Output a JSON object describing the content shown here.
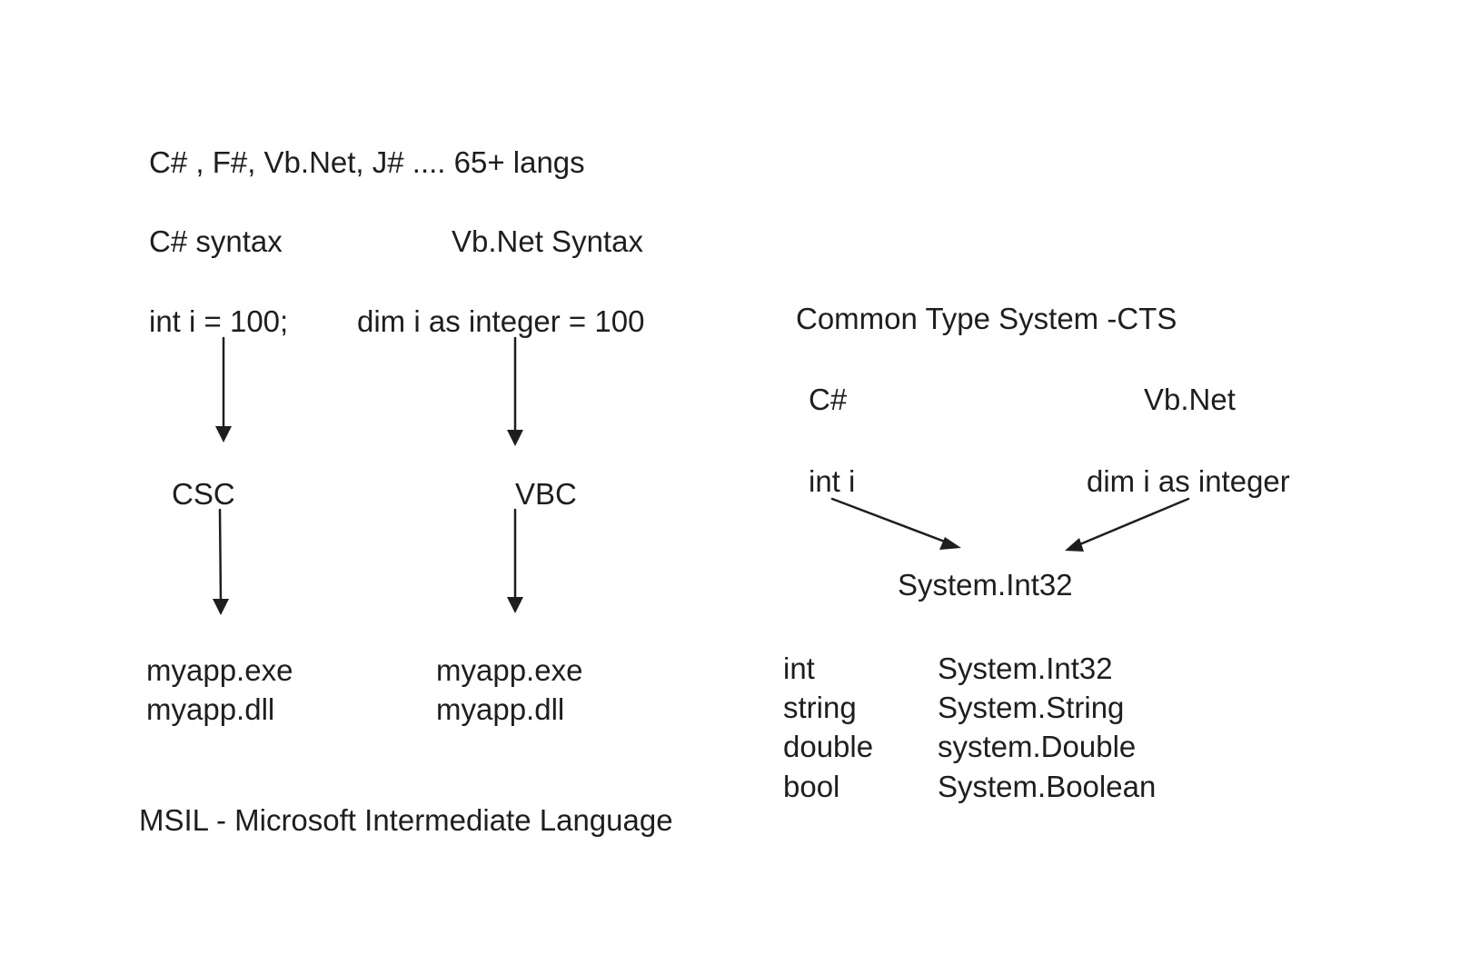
{
  "left": {
    "header": "C# , F#, Vb.Net, J# .... 65+ langs",
    "csharp_syntax_label": "C# syntax",
    "vbnet_syntax_label": "Vb.Net Syntax",
    "csharp_code": "int i = 100;",
    "vbnet_code": "dim i as integer = 100",
    "csharp_compiler": "CSC",
    "vbnet_compiler": "VBC",
    "csharp_outputs": [
      "myapp.exe",
      "myapp.dll"
    ],
    "vbnet_outputs": [
      "myapp.exe",
      "myapp.dll"
    ],
    "msil_caption": "MSIL - Microsoft Intermediate Language"
  },
  "right": {
    "title": "Common Type System -CTS",
    "csharp_label": "C#",
    "vbnet_label": "Vb.Net",
    "csharp_decl": "int i",
    "vbnet_decl": "dim i as integer",
    "common_type": "System.Int32",
    "type_map": [
      {
        "alias": "int",
        "type": "System.Int32"
      },
      {
        "alias": "string",
        "type": "System.String"
      },
      {
        "alias": "double",
        "type": "system.Double"
      },
      {
        "alias": "bool",
        "type": "System.Boolean"
      }
    ]
  },
  "colors": {
    "ink": "#1e1e1e",
    "background": "#ffffff"
  }
}
